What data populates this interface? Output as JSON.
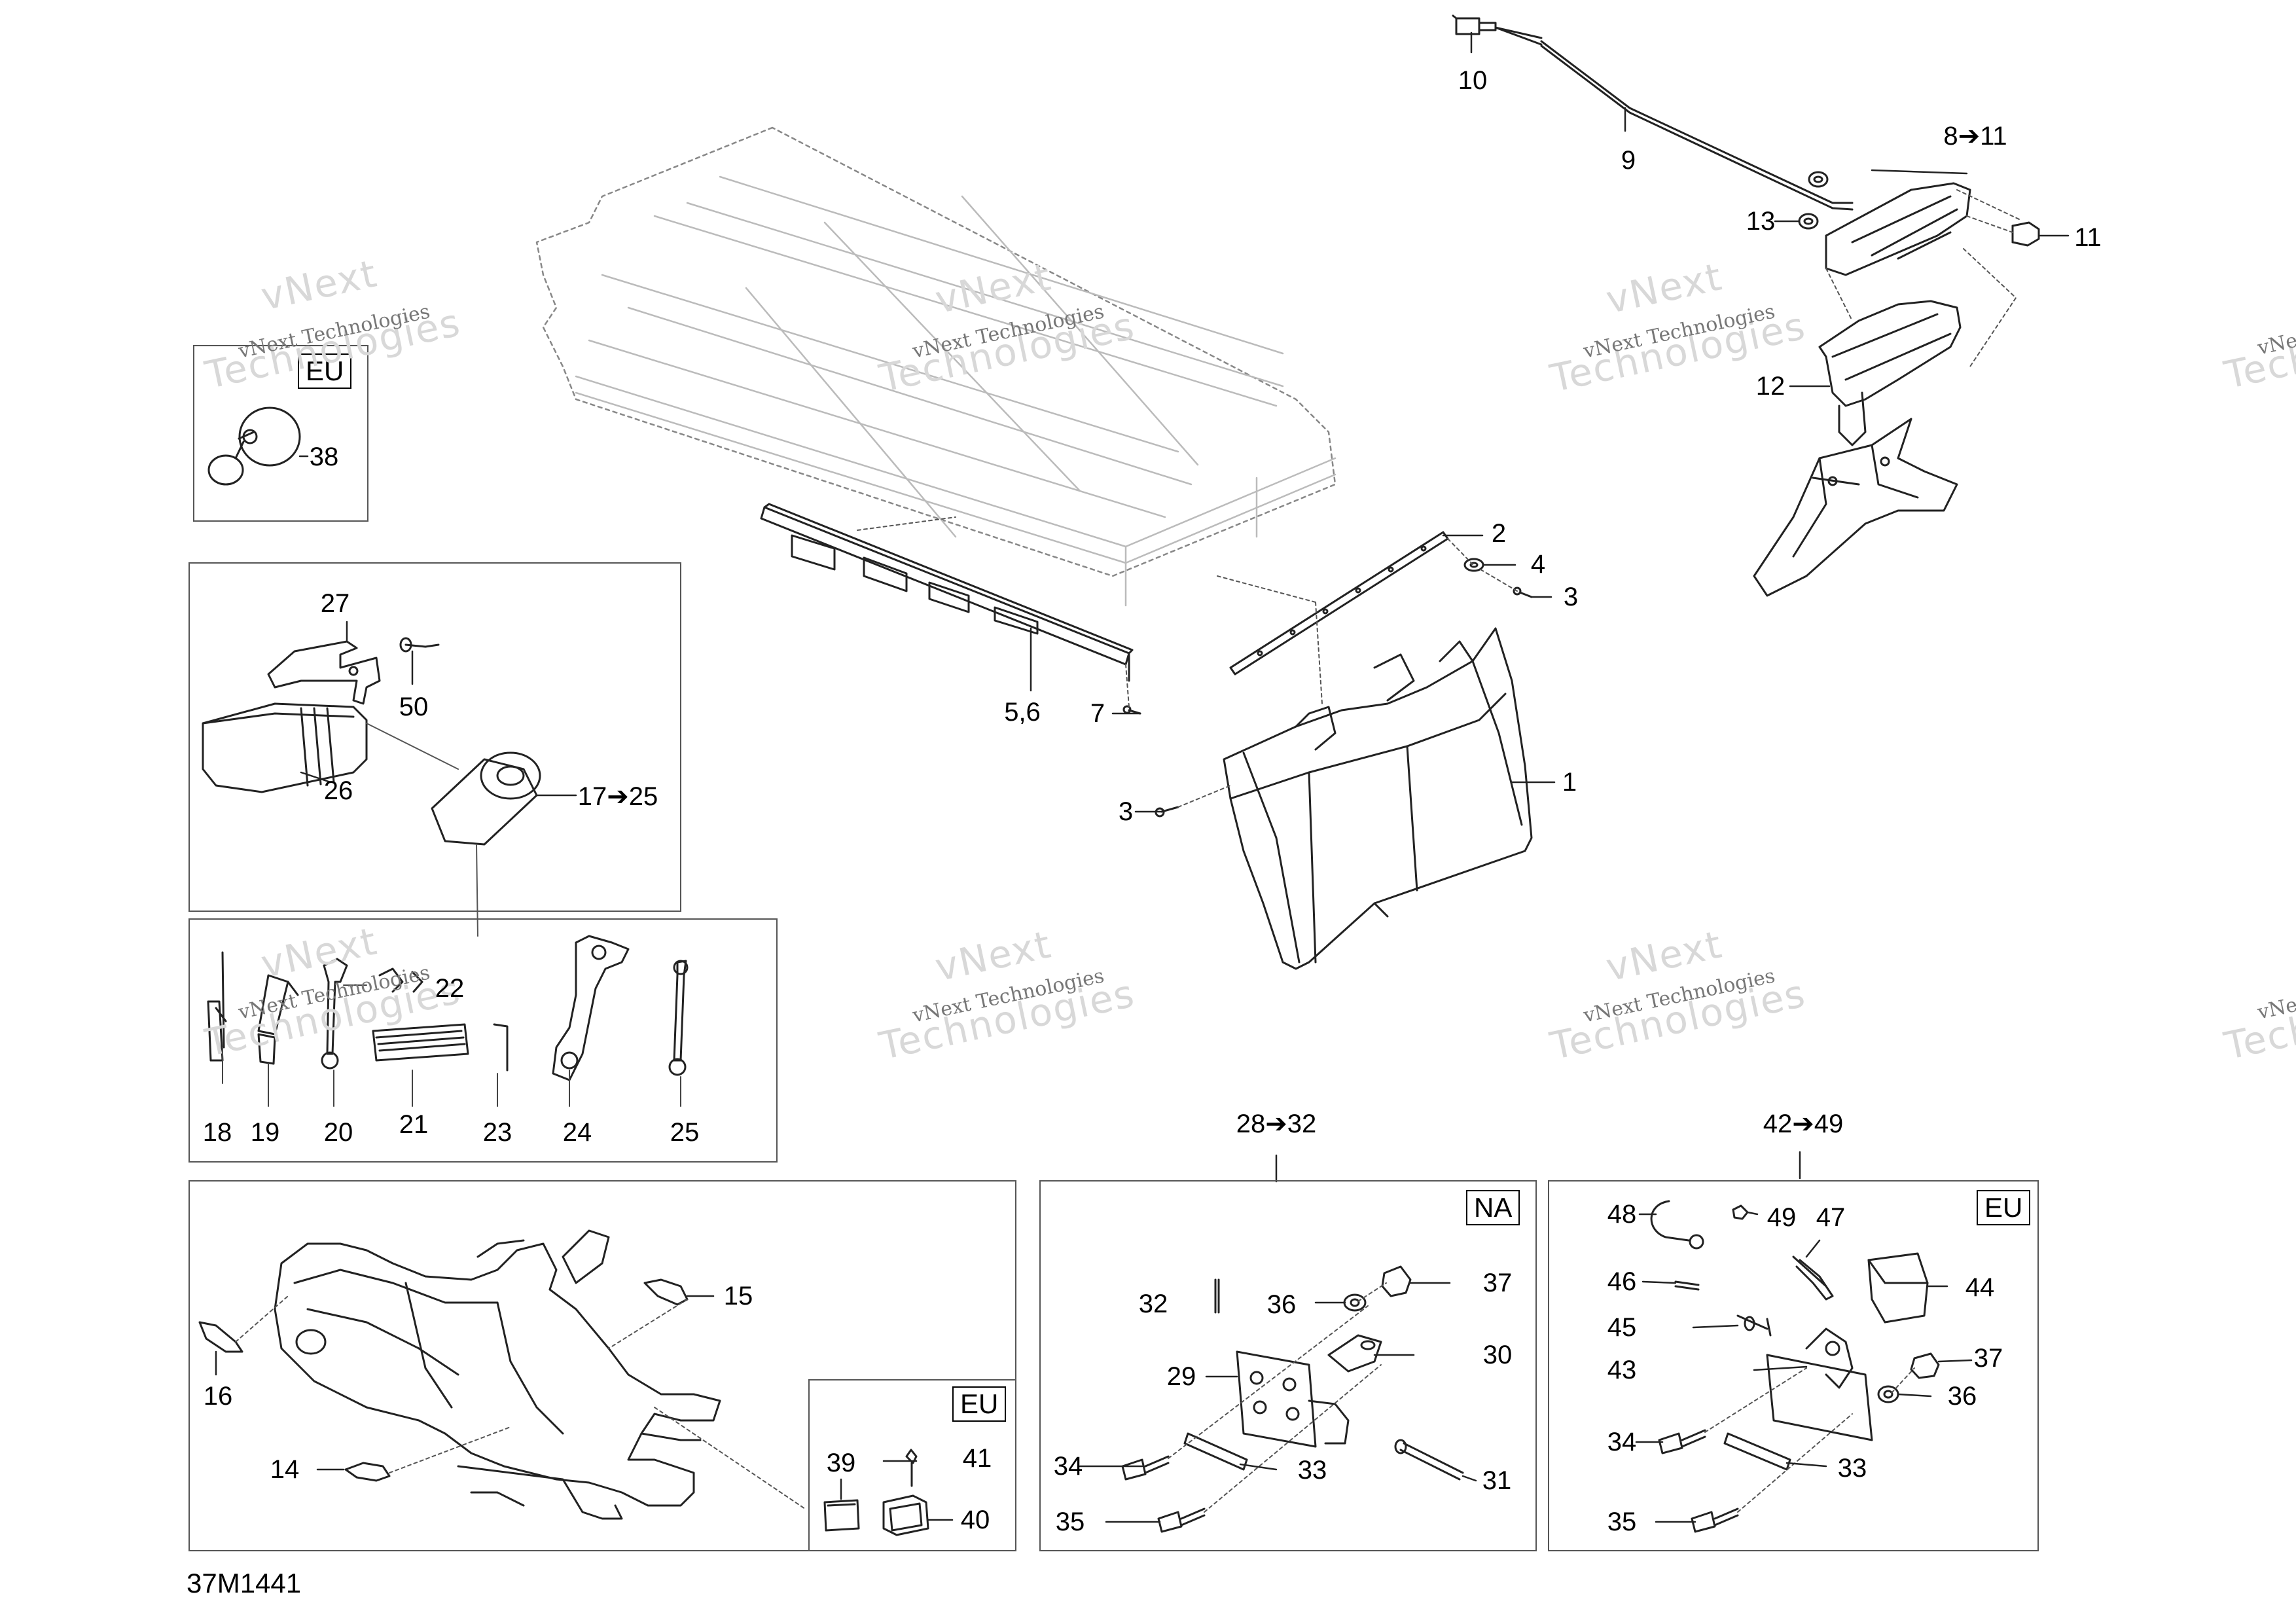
{
  "diagram": {
    "code": "37M1441",
    "watermark_line1": "vNext",
    "watermark_line2": "Technologies",
    "watermark_caption": "vNext Technologies",
    "region_tags": {
      "eu_top": "EU",
      "eu_small": "EU",
      "na": "NA",
      "eu_right": "EU"
    },
    "callouts": {
      "c1": "1",
      "c2": "2",
      "c3a": "3",
      "c3b": "3",
      "c4": "4",
      "c56": "5,6",
      "c7": "7",
      "c811": "8➔11",
      "c9": "9",
      "c10": "10",
      "c11": "11",
      "c12": "12",
      "c13": "13",
      "c14": "14",
      "c15": "15",
      "c16": "16",
      "c1725": "17➔25",
      "c18": "18",
      "c19": "19",
      "c20": "20",
      "c21": "21",
      "c22": "22",
      "c23": "23",
      "c24": "24",
      "c25": "25",
      "c26": "26",
      "c27": "27",
      "c2832": "28➔32",
      "c29": "29",
      "c30": "30",
      "c31": "31",
      "c32": "32",
      "c33a": "33",
      "c33b": "33",
      "c34a": "34",
      "c34b": "34",
      "c35a": "35",
      "c35b": "35",
      "c36a": "36",
      "c36b": "36",
      "c37a": "37",
      "c37b": "37",
      "c38": "38",
      "c39": "39",
      "c40": "40",
      "c41": "41",
      "c4249": "42➔49",
      "c43": "43",
      "c44": "44",
      "c45": "45",
      "c46": "46",
      "c47": "47",
      "c48": "48",
      "c49": "49",
      "c50": "50"
    }
  }
}
